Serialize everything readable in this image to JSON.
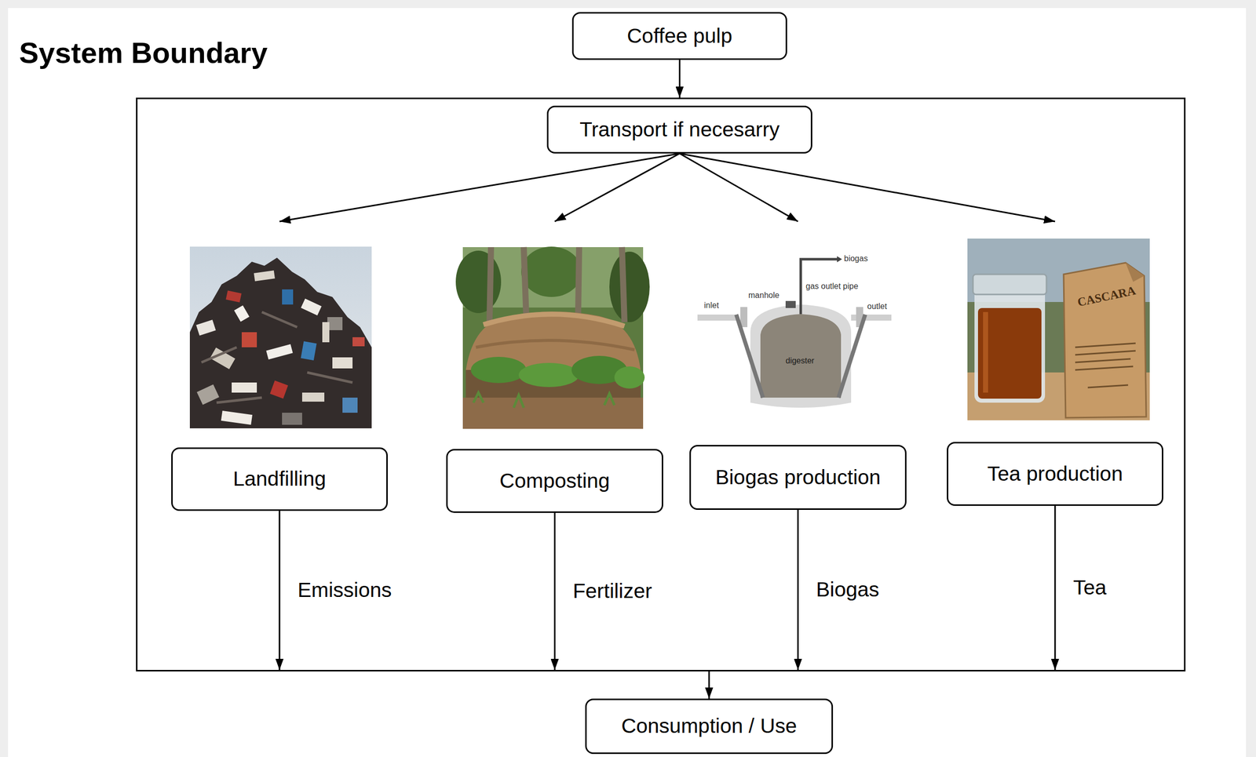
{
  "diagram": {
    "nodes": [
      {
        "text": [
          "Coffee pulp"
        ]
      },
      {
        "text": [
          "System Boundary"
        ]
      },
      {
        "text": [
          "Transport if necesarry"
        ],
        "in": 1
      },
      {
        "text": [
          "Landfilling"
        ],
        "in": 1
      },
      {
        "text": [
          "Composting"
        ],
        "in": 1
      },
      {
        "text": [
          "Biogas production"
        ],
        "in": 1
      },
      {
        "text": [
          "Tea production"
        ],
        "in": 1
      },
      {
        "text": [
          "Consumption / Use"
        ]
      }
    ],
    "edges": [
      {
        "from": 0,
        "to": 1,
        "arrow": "to"
      },
      {
        "from": 2,
        "to": 3,
        "arrow": "to"
      },
      {
        "from": 2,
        "to": 4,
        "arrow": "to"
      },
      {
        "from": 2,
        "to": 5,
        "arrow": "to"
      },
      {
        "from": 2,
        "to": 6,
        "arrow": "to"
      },
      {
        "from": 3,
        "to": 1,
        "label": "Emissions",
        "arrow": "to"
      },
      {
        "from": 4,
        "to": 1,
        "label": "Fertilizer",
        "arrow": "to"
      },
      {
        "from": 5,
        "to": 1,
        "label": "Biogas",
        "arrow": "to"
      },
      {
        "from": 6,
        "to": 1,
        "label": "Tea",
        "arrow": "to"
      },
      {
        "from": 1,
        "to": 7,
        "arrow": "to"
      }
    ],
    "labels": [
      "inlet",
      "manhole",
      "gas outlet pipe",
      "biogas",
      "outlet",
      "digester",
      "CASCARA"
    ]
  }
}
